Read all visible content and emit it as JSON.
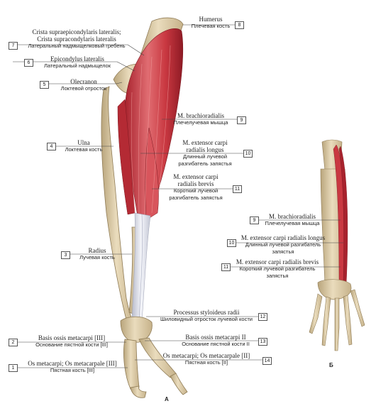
{
  "labels": [
    {
      "num": "8",
      "lat": "Humerus",
      "rus": "Плечевая кость"
    },
    {
      "num": "7",
      "lat": "Crista supraepicondylaris lateralis;",
      "lat2": "Crista supracondylaris lateralis",
      "rus": "Латеральный надмыщелковый гребень"
    },
    {
      "num": "6",
      "lat": "Epicondylus lateralis",
      "rus": "Латеральный надмыщелок"
    },
    {
      "num": "5",
      "lat": "Olecranon",
      "rus": "Локтевой отросток"
    },
    {
      "num": "9",
      "lat": "M. brachioradialis",
      "rus": "Плечелучевая мышца"
    },
    {
      "num": "4",
      "lat": "Ulna",
      "rus": "Локтевая кость"
    },
    {
      "num": "10",
      "lat": "M. extensor carpi",
      "lat2": "radialis longus",
      "rus": "Длинный лучевой",
      "rus2": "разгибатель запястья"
    },
    {
      "num": "11",
      "lat": "M. extensor carpi",
      "lat2": "radialis brevis",
      "rus": "Короткий лучевой",
      "rus2": "разгибатель запястья"
    },
    {
      "num": "3",
      "lat": "Radius",
      "rus": "Лучевая кость"
    },
    {
      "num": "12",
      "lat": "Processus styloideus radii",
      "rus": "Шиловидный отросток лучевой кости"
    },
    {
      "num": "2",
      "lat": "Basis ossis metacarpi [III]",
      "rus": "Основание пястной кости [III]"
    },
    {
      "num": "13",
      "lat": "Basis ossis metacarpi II",
      "rus": "Основание пястной кости II"
    },
    {
      "num": "1",
      "lat": "Os metacarpi; Os metacarpale [III]",
      "rus": "Пястная кость [III]"
    },
    {
      "num": "14",
      "lat": "Os metacarpi; Os metacarpale [II]",
      "rus": "Пястная кость [II]"
    }
  ],
  "inset_labels": [
    {
      "num": "9",
      "lat": "M. brachioradialis",
      "rus": "Плечелучевая мышца"
    },
    {
      "num": "10",
      "lat": "M. extensor carpi radialis longus",
      "rus": "Длинный лучевой разгибатель",
      "rus2": "запястья"
    },
    {
      "num": "11",
      "lat": "M. extensor carpi radialis brevis",
      "rus": "Короткий лучевой разгибатель",
      "rus2": "запястья"
    }
  ],
  "figure_labels": {
    "main": "А",
    "inset": "Б"
  },
  "colors": {
    "bone": "#e6d7b6",
    "bone_shadow": "#b8a47c",
    "muscle": "#c9353f",
    "muscle_light": "#e77a7a",
    "tendon": "#e4e6ee"
  }
}
